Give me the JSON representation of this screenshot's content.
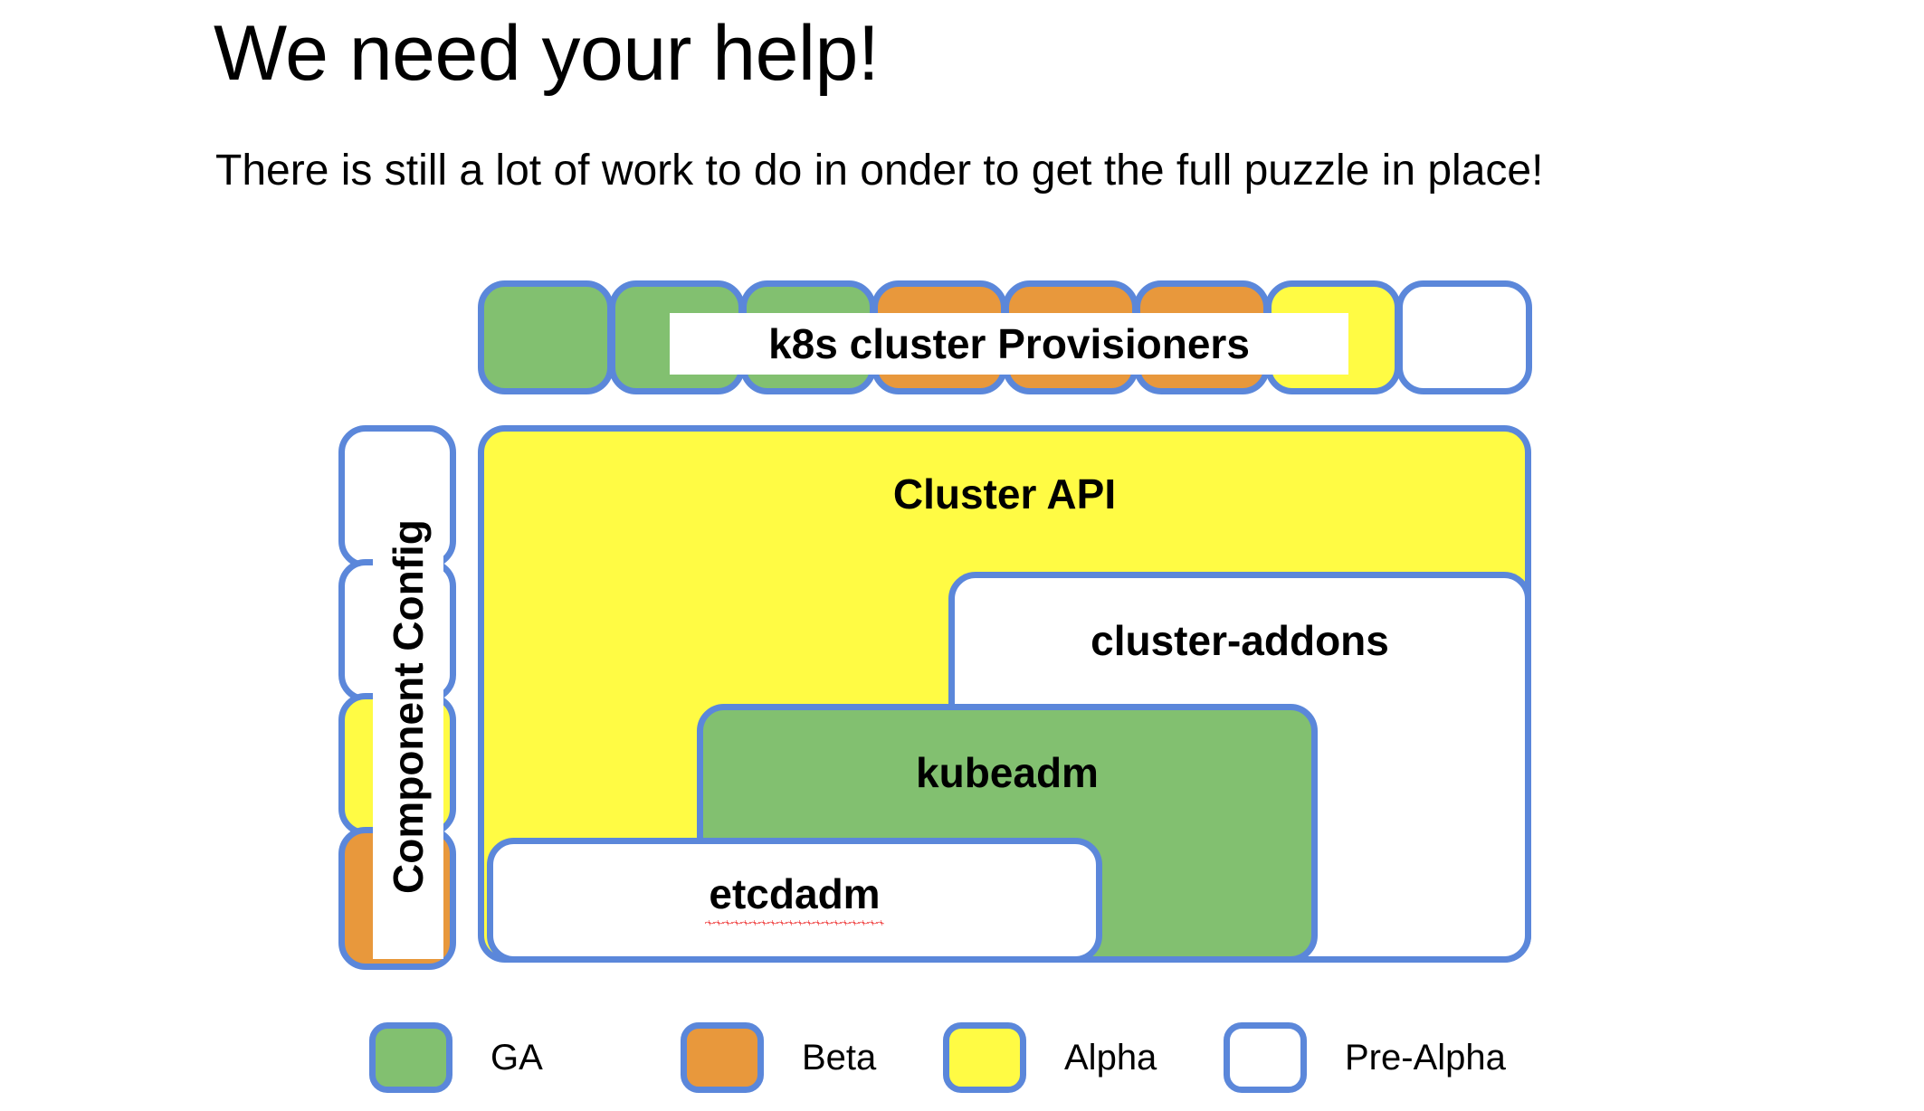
{
  "slide": {
    "title": "We need your help!",
    "subtitle": "There is still a lot of work to do in onder to get the full puzzle in place!"
  },
  "colors": {
    "border": "#5B87DA",
    "ga": "#82C070",
    "beta": "#E8983C",
    "alpha": "#FFFB44",
    "prealpha": "#FFFFFF",
    "text": "#000000",
    "spellcheck_underline": "#EE3333"
  },
  "provisioner_row": {
    "label": "k8s cluster Provisioners",
    "tiles": [
      {
        "status": "GA",
        "status_key": "ga"
      },
      {
        "status": "GA",
        "status_key": "ga"
      },
      {
        "status": "GA",
        "status_key": "ga"
      },
      {
        "status": "Beta",
        "status_key": "beta"
      },
      {
        "status": "Beta",
        "status_key": "beta"
      },
      {
        "status": "Beta",
        "status_key": "beta"
      },
      {
        "status": "Alpha",
        "status_key": "alpha"
      },
      {
        "status": "Pre-Alpha",
        "status_key": "prealpha"
      }
    ]
  },
  "component_config": {
    "label": "Component Config",
    "tiles": [
      {
        "status": "Pre-Alpha",
        "status_key": "prealpha"
      },
      {
        "status": "Pre-Alpha",
        "status_key": "prealpha"
      },
      {
        "status": "Alpha",
        "status_key": "alpha"
      },
      {
        "status": "Beta",
        "status_key": "beta"
      }
    ]
  },
  "nested_boxes": [
    {
      "label": "Cluster API",
      "status": "Alpha",
      "status_key": "alpha"
    },
    {
      "label": "cluster-addons",
      "status": "Pre-Alpha",
      "status_key": "prealpha"
    },
    {
      "label": "kubeadm",
      "status": "GA",
      "status_key": "ga"
    },
    {
      "label": "etcdadm",
      "status": "Pre-Alpha",
      "status_key": "prealpha",
      "spellchecked": true
    }
  ],
  "legend": {
    "items": [
      {
        "label": "GA",
        "status_key": "ga"
      },
      {
        "label": "Beta",
        "status_key": "beta"
      },
      {
        "label": "Alpha",
        "status_key": "alpha"
      },
      {
        "label": "Pre-Alpha",
        "status_key": "prealpha"
      }
    ]
  }
}
